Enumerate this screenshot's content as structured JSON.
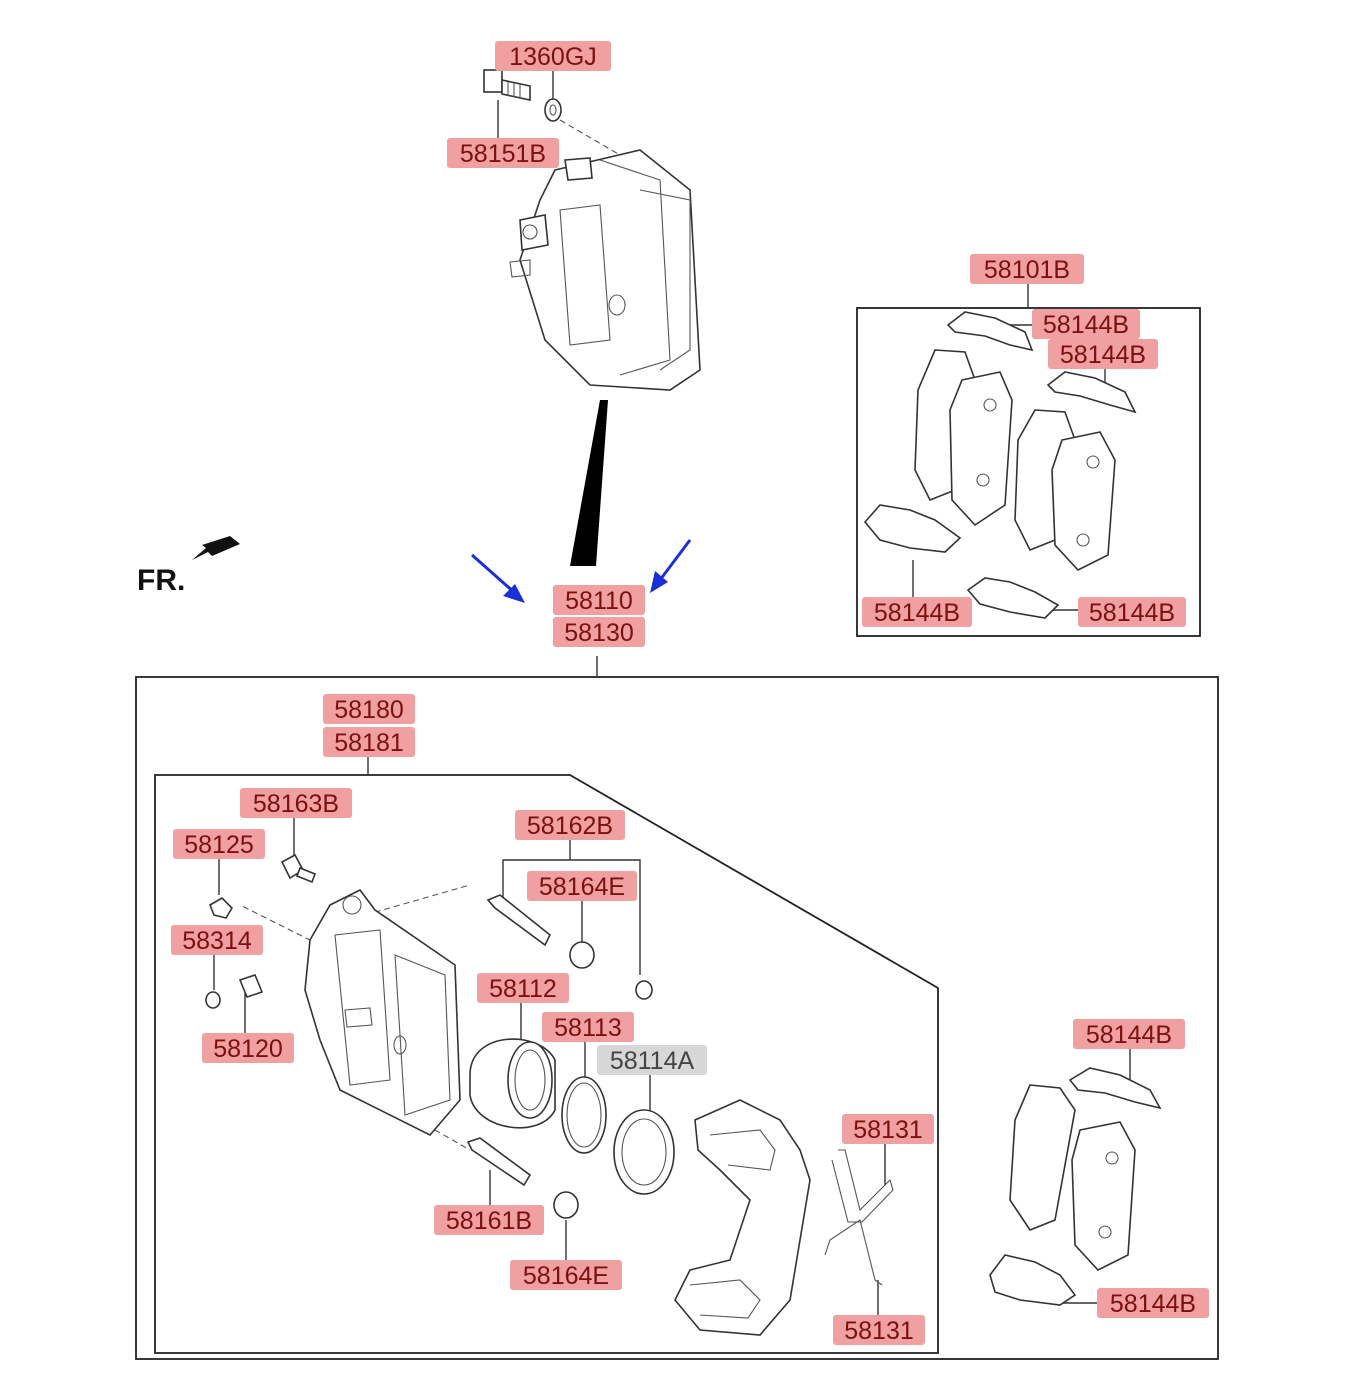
{
  "diagram": {
    "direction_label": "FR.",
    "highlight_color": "#f0a0a0",
    "secondary_highlight_color": "#d7d7d7",
    "pointer_arrow_color": "#1a2fd6",
    "labels": {
      "bolt_top": "1360GJ",
      "guide_bolt_top": "58151B",
      "pad_kit": "58101B",
      "pad_shim_1": "58144B",
      "pad_shim_2": "58144B",
      "pad_shim_3": "58144B",
      "pad_shim_4": "58144B",
      "caliper_assy_left": "58110",
      "caliper_assy_right": "58130",
      "caliper_body_left": "58180",
      "caliper_body_right": "58181",
      "bleeder_cap": "58163B",
      "bleeder_screw": "58125",
      "guide_pin_set": "58162B",
      "boot_upper": "58164E",
      "plug": "58314",
      "bleeder": "58120",
      "piston": "58112",
      "piston_seal": "58113",
      "piston_boot": "58114A",
      "spring_upper": "58131",
      "spring_lower": "58131",
      "guide_rod": "58161B",
      "boot_lower": "58164E",
      "pad_shim_5": "58144B",
      "pad_shim_6": "58144B"
    }
  }
}
